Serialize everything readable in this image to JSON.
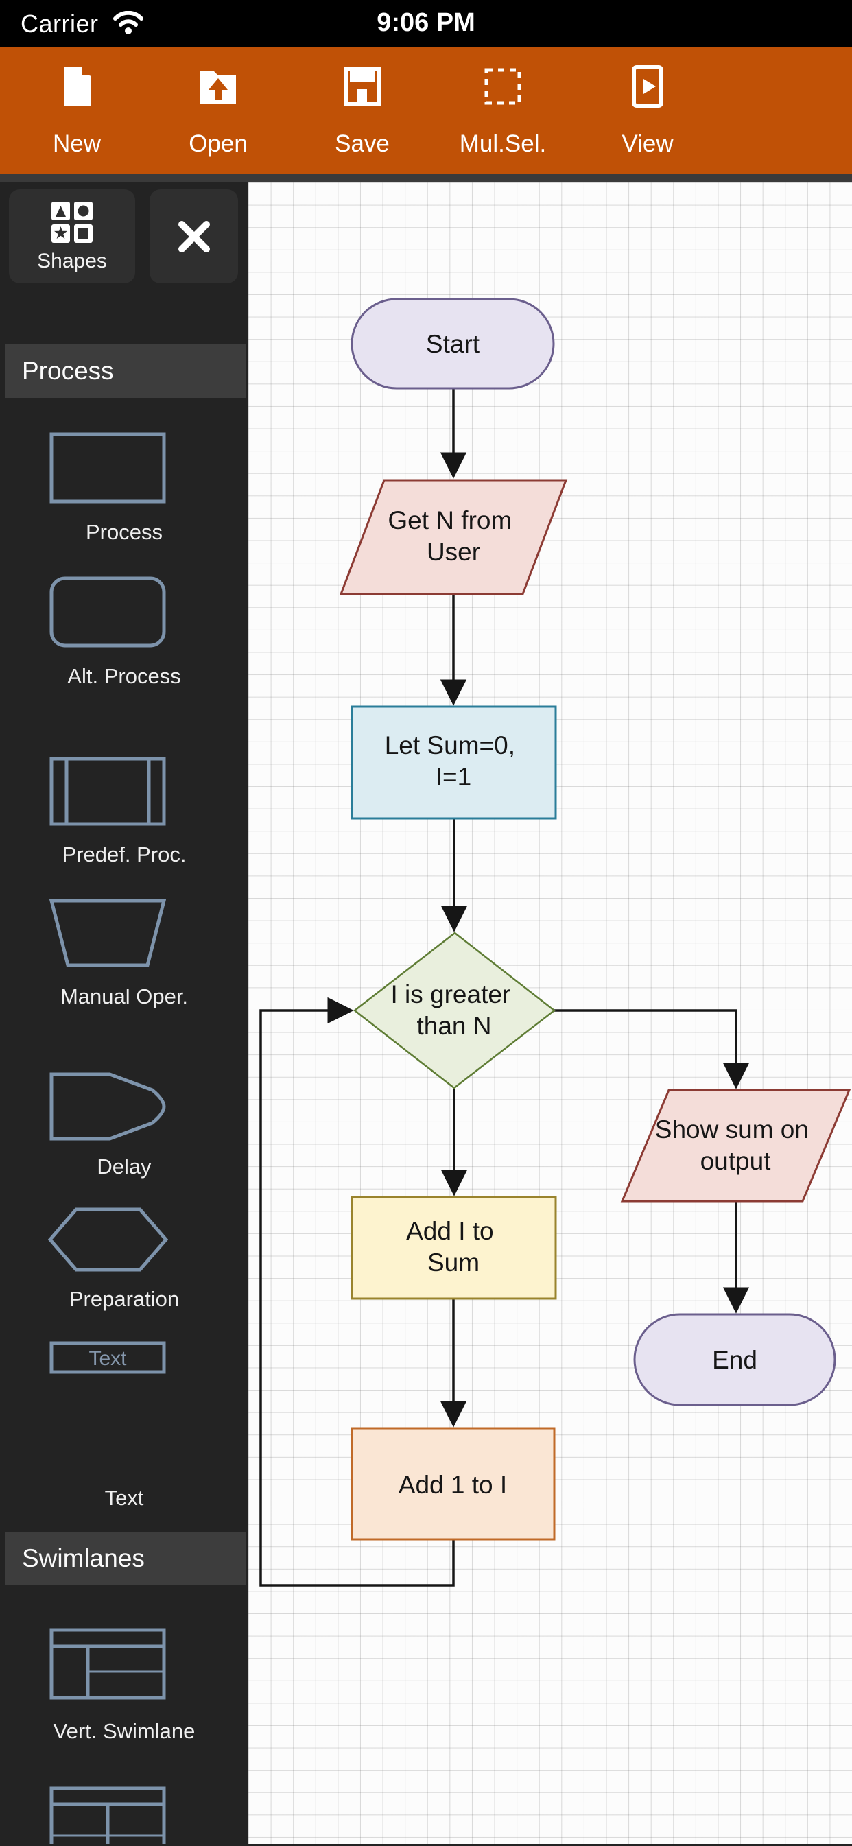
{
  "status_bar": {
    "carrier": "Carrier",
    "time": "9:06 PM",
    "wifi_icon": "wifi-icon"
  },
  "toolbar": {
    "background": "#c05106",
    "items": [
      {
        "label": "New",
        "icon": "new-document-icon"
      },
      {
        "label": "Open",
        "icon": "open-folder-icon"
      },
      {
        "label": "Save",
        "icon": "save-floppy-icon"
      },
      {
        "label": "Mul.Sel.",
        "icon": "multi-select-icon"
      },
      {
        "label": "View",
        "icon": "view-icon"
      }
    ]
  },
  "shapes_panel": {
    "shapes_button_label": "Shapes",
    "shapes_button_icon": "shapes-grid-icon",
    "close_icon": "close-icon",
    "outline_color": "#7d93ab",
    "text_thumb_label": "Text",
    "sections": [
      {
        "title": "Process",
        "items": [
          {
            "label": "Process",
            "shape": "rectangle"
          },
          {
            "label": "Alt. Process",
            "shape": "rounded-rectangle"
          },
          {
            "label": "Predef. Proc.",
            "shape": "predefined-process"
          },
          {
            "label": "Manual Oper.",
            "shape": "trapezoid"
          },
          {
            "label": "Delay",
            "shape": "delay"
          },
          {
            "label": "Preparation",
            "shape": "hexagon"
          },
          {
            "label": "Text",
            "shape": "text-box"
          }
        ]
      },
      {
        "title": "Swimlanes",
        "items": [
          {
            "label": "Vert. Swimlane",
            "shape": "vertical-swimlane"
          },
          {
            "label": "",
            "shape": "horizontal-swimlane-partially-visible"
          }
        ]
      }
    ]
  },
  "canvas": {
    "grid": "on",
    "flowchart": {
      "edge_color": "#161616",
      "nodes": {
        "start": {
          "type": "terminator",
          "label": "Start",
          "fill": "#e7e3f1",
          "stroke": "#6b5f8d"
        },
        "get_n": {
          "type": "input-output",
          "label": "Get N from User",
          "lines": [
            "Get N from",
            "User"
          ],
          "fill": "#f4ddd9",
          "stroke": "#8c3b34"
        },
        "init": {
          "type": "process",
          "label": "Let Sum=0, I=1",
          "lines": [
            "Let Sum=0,",
            "I=1"
          ],
          "fill": "#dcecf2",
          "stroke": "#2a7d99"
        },
        "decision": {
          "type": "decision",
          "label": "I is greater than N",
          "lines": [
            "I is greater",
            "than N"
          ],
          "fill": "#e9efdd",
          "stroke": "#5f7d35"
        },
        "show_sum": {
          "type": "input-output",
          "label": "Show sum on output",
          "lines": [
            "Show sum on",
            "output"
          ],
          "fill": "#f4ddd9",
          "stroke": "#8c3b34"
        },
        "add_i": {
          "type": "process",
          "label": "Add I to Sum",
          "lines": [
            "Add I to",
            "Sum"
          ],
          "fill": "#fdf3cf",
          "stroke": "#99832d"
        },
        "add_1": {
          "type": "process",
          "label": "Add 1 to I",
          "lines": [
            "Add 1 to I"
          ],
          "fill": "#fae6d4",
          "stroke": "#c06a28"
        },
        "end": {
          "type": "terminator",
          "label": "End",
          "fill": "#e7e3f1",
          "stroke": "#6b5f8d"
        }
      },
      "edges": [
        {
          "from": "start",
          "to": "get_n"
        },
        {
          "from": "get_n",
          "to": "init"
        },
        {
          "from": "init",
          "to": "decision"
        },
        {
          "from": "decision",
          "to": "show_sum",
          "branch": "right"
        },
        {
          "from": "show_sum",
          "to": "end"
        },
        {
          "from": "decision",
          "to": "add_i",
          "branch": "down"
        },
        {
          "from": "add_i",
          "to": "add_1"
        },
        {
          "from": "add_1",
          "to": "decision",
          "branch": "loop-left"
        }
      ]
    }
  }
}
